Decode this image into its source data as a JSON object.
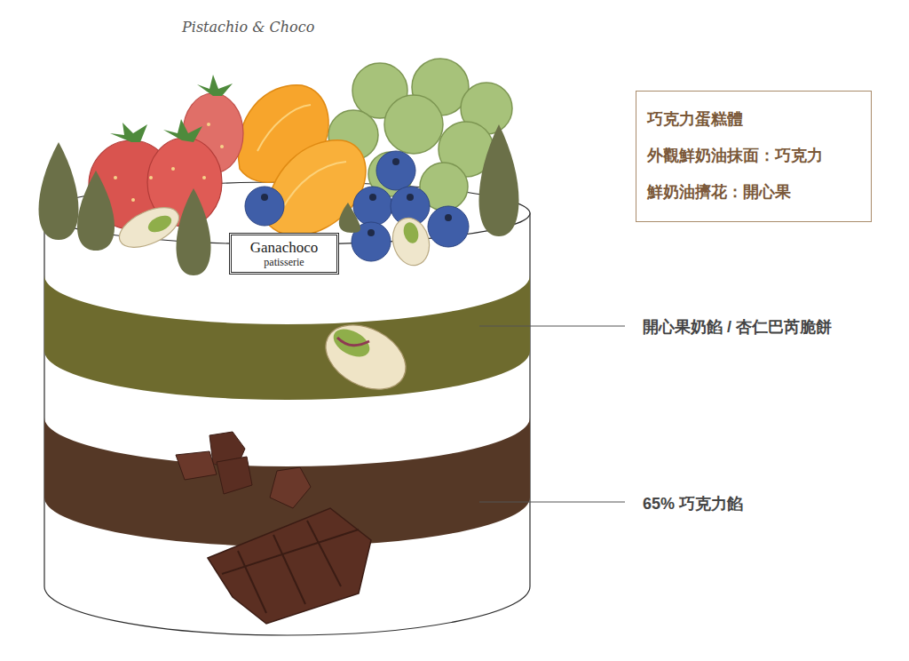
{
  "diagram": {
    "title": "Pistachio & Choco",
    "nodes": [
      {
        "text": [
          "巧克力蛋糕體",
          "外觀鮮奶油抹面：巧克力",
          "鮮奶油擠花：開心果"
        ]
      },
      {
        "text": [
          "Ganachoco",
          "patisserie"
        ]
      }
    ],
    "labels": [
      "開心果奶餡 / 杏仁巴芮脆餅",
      "65% 巧克力餡"
    ]
  }
}
